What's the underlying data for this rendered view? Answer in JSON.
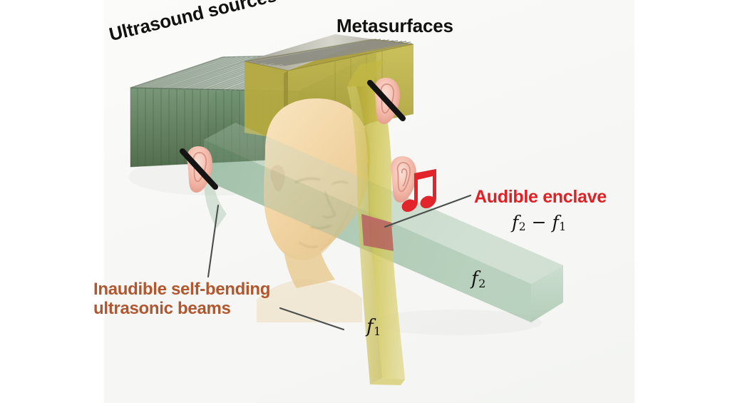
{
  "figure": {
    "background_color": "#f7f7f5",
    "page_color": "#ffffff",
    "labels": {
      "ultrasound_sources": "Ultrasound sources",
      "metasurfaces": "Metasurfaces",
      "audible_enclave": "Audible enclave",
      "difference_frequency": "f2 − f1",
      "inaudible_beams_line1": "Inaudible self-bending",
      "inaudible_beams_line2": "ultrasonic beams",
      "beam_f1": "f1",
      "beam_f2": "f2"
    },
    "math": {
      "f_symbol": "f",
      "sub_1": "1",
      "sub_2": "2",
      "minus": "−"
    },
    "colors": {
      "label_black": "#111111",
      "label_red": "#e12026",
      "label_brown": "#b0572f",
      "beam_green": "#8fb79a",
      "beam_yellow": "#c9bf4d",
      "enclave_red": "#b4595c",
      "array_green": "#5d7f5f",
      "array_olive": "#b3a83c",
      "skin": "#f4d8ab",
      "ear_pink": "#f3b9ac",
      "leader_line": "#4a4f4c",
      "crossout_black": "#141414",
      "music_note_red": "#e1252b"
    },
    "icons": {
      "ear_left_head": "ear-icon",
      "ear_crossed_front": "ear-crossed-icon",
      "ear_crossed_back": "ear-crossed-icon",
      "music_note": "music-note-icon"
    },
    "objects": {
      "transducer_array_green": "ultrasound source array (green)",
      "transducer_array_olive": "ultrasound source array with metasurface (olive)",
      "human_head": "human head 3D model",
      "beam_f1_sheet": "self-bending ultrasonic beam f1",
      "beam_f2_slab": "self-bending ultrasonic beam f2",
      "enclave_patch": "audible enclave intersection region"
    }
  }
}
